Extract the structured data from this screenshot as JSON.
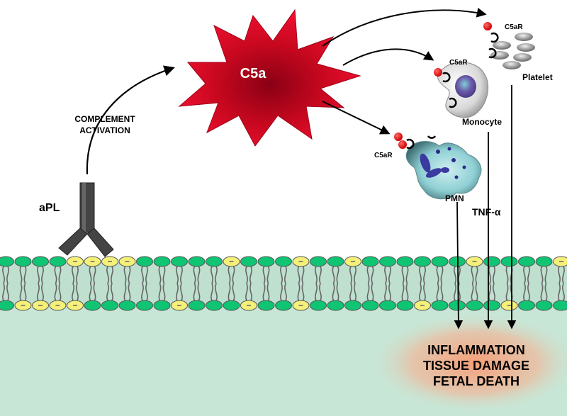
{
  "labels": {
    "c5a": "C5a",
    "complement_line1": "COMPLEMENT",
    "complement_line2": "ACTIVATION",
    "apl": "aPL",
    "c5ar_platelet": "C5aR",
    "c5ar_monocyte": "C5aR",
    "c5ar_pmn": "C5aR",
    "platelet": "Platelet",
    "monocyte": "Monocyte",
    "pmn": "PMN",
    "tnf": "TNF-α"
  },
  "outcomes": [
    "INFLAMMATION",
    "TISSUE DAMAGE",
    "FETAL DEATH"
  ],
  "colors": {
    "c5a": "#e0102a",
    "c5a_dark": "#8a0015",
    "background_tissue": "#c8e6d6",
    "membrane_mid": "#bfe0cf",
    "lipid_green": "#0fc472",
    "lipid_yellow": "#f5f07a",
    "ligand_red": "#ee1111",
    "pmn_cyan": "#7ec8cc",
    "outcome_glow": "#f7a07a",
    "antibody": "#4a4a4a"
  }
}
